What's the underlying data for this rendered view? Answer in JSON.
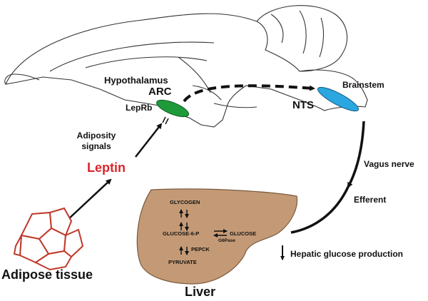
{
  "labels": {
    "hypothalamus": "Hypothalamus",
    "arc": "ARC",
    "leprb": "LepRb",
    "nts": "NTS",
    "brainstem": "Brainstem",
    "adiposity_signals_line1": "Adiposity",
    "adiposity_signals_line2": "signals",
    "leptin": "Leptin",
    "vagus_nerve": "Vagus nerve",
    "efferent": "Efferent",
    "hepatic_glucose_production": "Hepatic glucose production",
    "adipose_tissue": "Adipose tissue",
    "liver": "Liver"
  },
  "pathway": {
    "glycogen": "GLYCOGEN",
    "glucose_6_p": "GLUCOSE-6-P",
    "glucose": "GLUCOSE",
    "g6pase": "G6Pase",
    "pepck": "PEPCK",
    "pyruvate": "PYRUVATE"
  },
  "colors": {
    "leptin": "#d9262b",
    "arc_nucleus": "#1f9a3a",
    "nts_nucleus": "#2aa7e0",
    "liver": "#c49a76",
    "adipocyte_outline": "#c0392b"
  }
}
